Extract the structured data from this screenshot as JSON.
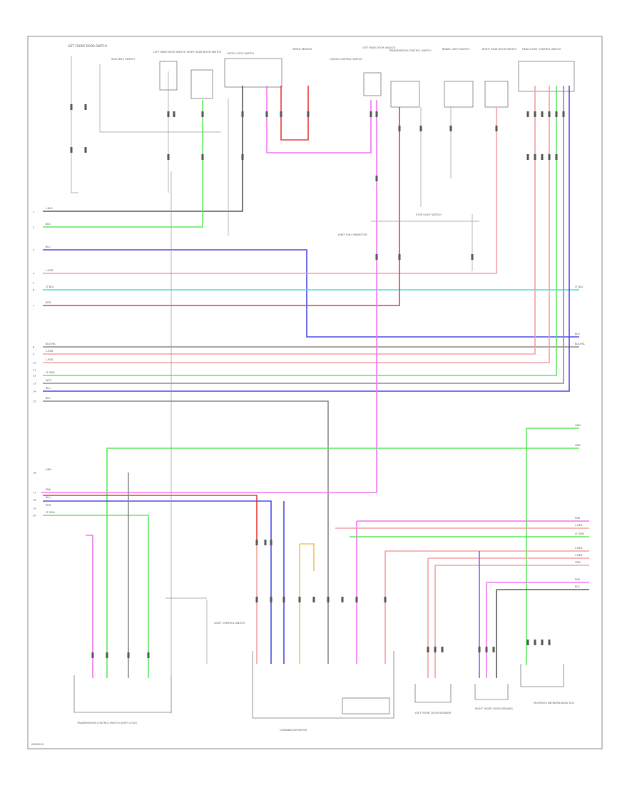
{
  "diagram": {
    "footer_code": "W000000",
    "top_components": [
      {
        "id": "c1",
        "label": "LEFT FRONT DOOR SWITCH"
      },
      {
        "id": "c2",
        "label": "SEAT BELT SWITCH"
      },
      {
        "id": "c3",
        "label": "LEFT REAR DOOR SWITCH"
      },
      {
        "id": "c4",
        "label": "RIGHT REAR DOOR SWITCH"
      },
      {
        "id": "c5",
        "label": "HOOD LATCH SWITCH"
      },
      {
        "id": "c6",
        "label": "SPEED SENSOR"
      },
      {
        "id": "c7",
        "label": "CRUISE CONTROL SWITCH"
      },
      {
        "id": "c8",
        "label": "LEFT REAR DOOR UNLOCK"
      },
      {
        "id": "c9",
        "label": "TRANSMISSION CONTROL SWITCH"
      },
      {
        "id": "c10",
        "label": "BRAKE LIGHT SWITCH"
      },
      {
        "id": "c11",
        "label": "RIGHT REAR DOOR SWITCH"
      },
      {
        "id": "c12",
        "label": "HEAD LIGHT CONTROL SWITCH"
      }
    ],
    "mid_labels": [
      {
        "id": "m1",
        "label": "JUNCTION CONNECTOR"
      },
      {
        "id": "m2",
        "label": "STOP LIGHT SWITCH"
      }
    ],
    "bottom_components": [
      {
        "id": "b1",
        "label": "TRANSMISSION CONTROL SWITCH (SHIFT LOCK)"
      },
      {
        "id": "b2",
        "label": "COMBINATION METER"
      },
      {
        "id": "b3",
        "label": "LIGHT CONTROL SWITCH"
      },
      {
        "id": "b4",
        "label": "LEFT FRONT DOOR SPEAKER"
      },
      {
        "id": "b5",
        "label": "RIGHT FRONT DOOR SPEAKER"
      },
      {
        "id": "b6",
        "label": "MULTIPLEX NETWORK BODY ECU"
      }
    ],
    "left_pins": [
      "1",
      "2",
      "3",
      "4",
      "5",
      "6",
      "7",
      "8",
      "9",
      "10",
      "11",
      "12",
      "13",
      "14",
      "15",
      "16",
      "17",
      "18",
      "19",
      "20"
    ],
    "wire_labels": [
      {
        "id": "w1",
        "label": "L-BLK"
      },
      {
        "id": "w2",
        "label": "BLK"
      },
      {
        "id": "w3",
        "label": "LT GRN"
      },
      {
        "id": "w4",
        "label": "BLU"
      },
      {
        "id": "w5",
        "label": "L-RED"
      },
      {
        "id": "w6",
        "label": "PNK"
      },
      {
        "id": "w7",
        "label": "LT BLU"
      },
      {
        "id": "w8",
        "label": "RED"
      },
      {
        "id": "w9",
        "label": "BLK/YEL"
      },
      {
        "id": "w10",
        "label": "WHT"
      },
      {
        "id": "w11",
        "label": "GRN"
      },
      {
        "id": "w12",
        "label": "YEL"
      },
      {
        "id": "w13",
        "label": "GRY"
      },
      {
        "id": "w14",
        "label": "VIO"
      },
      {
        "id": "w15",
        "label": "ORN"
      }
    ]
  },
  "colors": {
    "pink": "#f272f2",
    "red": "#e83a3a",
    "light_red": "#f4a0a0",
    "blue": "#4a4ae8",
    "green": "#5ae85a",
    "cyan": "#37e0ef",
    "gray": "#8a8a8a",
    "black": "#555555",
    "yellow": "#e8c862",
    "violet": "#8f5ae0"
  }
}
